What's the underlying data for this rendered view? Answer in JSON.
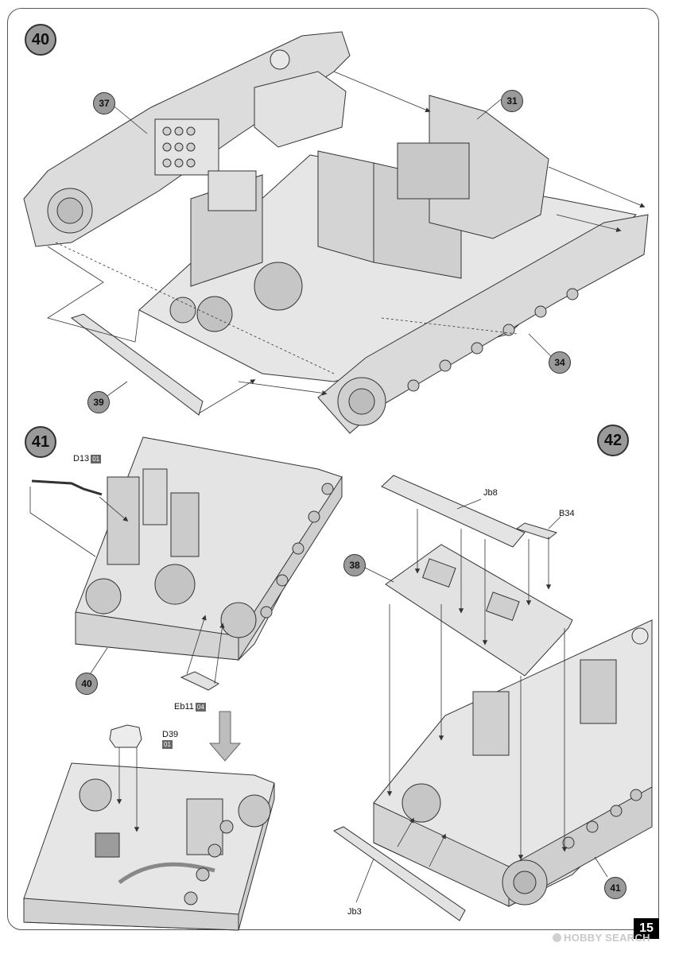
{
  "steps": {
    "s40": "40",
    "s41": "41",
    "s42": "42"
  },
  "callouts": {
    "c37": "37",
    "c31": "31",
    "c34": "34",
    "c39": "39",
    "c40": "40",
    "c38": "38",
    "c41": "41"
  },
  "parts": {
    "d13": {
      "label": "D13",
      "tag": "01"
    },
    "eb11": {
      "label": "Eb11",
      "tag": "04"
    },
    "d39": {
      "label": "D39",
      "tag": "01"
    },
    "jb8": {
      "label": "Jb8"
    },
    "b34": {
      "label": "B34"
    },
    "jb3": {
      "label": "Jb3"
    }
  },
  "page_number": "15",
  "watermark": "HOBBY SEARCH",
  "colors": {
    "model_fill": "#d9d9d9",
    "line": "#333333",
    "step_bubble": "#9a9a9a"
  }
}
